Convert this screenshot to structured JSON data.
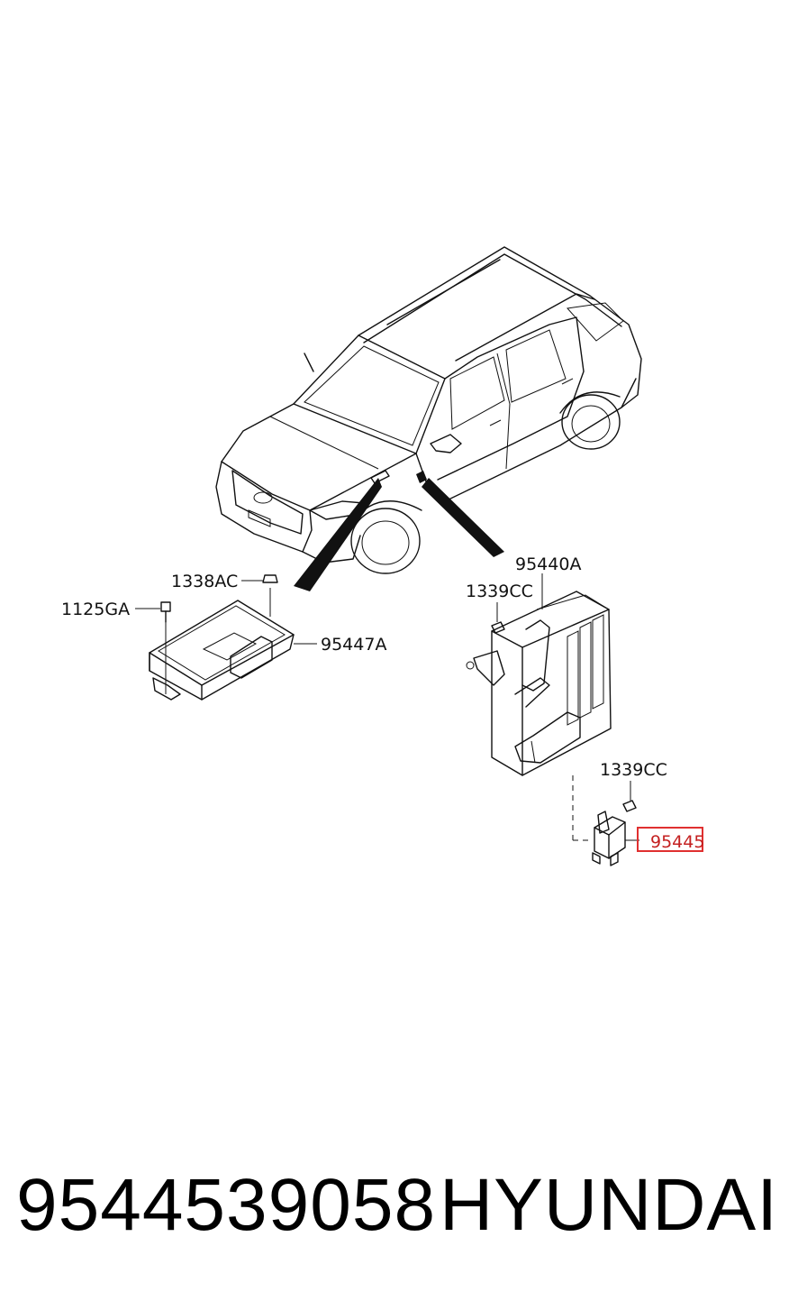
{
  "callouts": {
    "nut_top_left": "1338AC",
    "bolt_left": "1125GA",
    "module_left": "95447A",
    "module_right": "95440A",
    "nut_right_upper": "1339CC",
    "nut_right_lower": "1339CC",
    "sensor_highlighted": "95445"
  },
  "highlight_color": "#e03030",
  "footer": {
    "part_number": "9544539058",
    "brand": "HYUNDAI"
  }
}
